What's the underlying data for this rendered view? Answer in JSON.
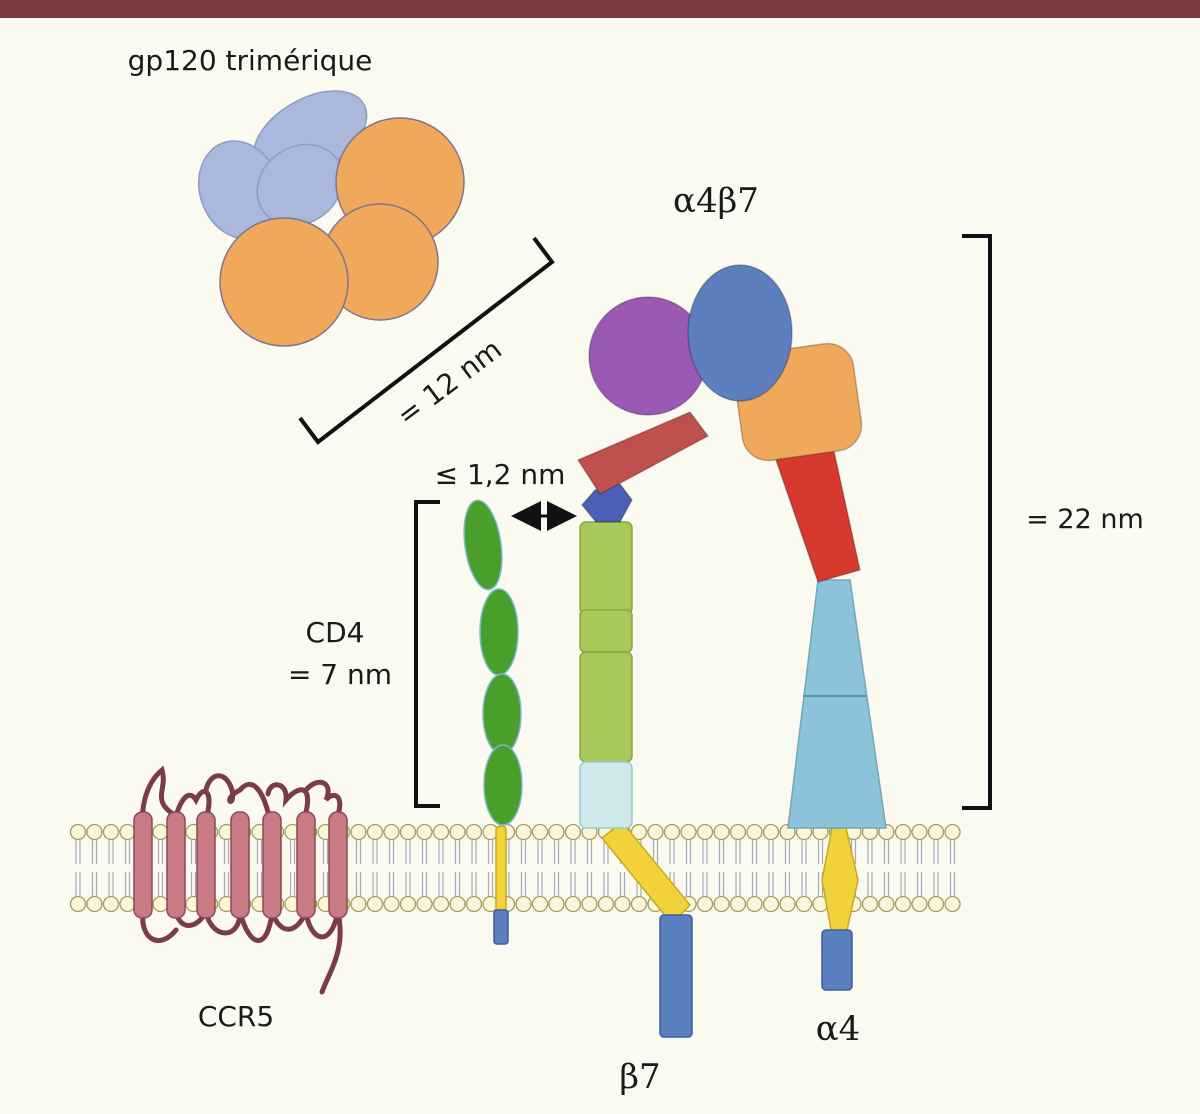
{
  "colors": {
    "top_bar": "#7a3b3f",
    "background": "#fbfaf1",
    "gp120_orange": "#f0a85a",
    "gp120_blue": "#a9b8dc",
    "alpha4_head": "#5d7fbe",
    "beta7_head": "#9b59b6",
    "beta7_hybrid": "#c0504d",
    "beta7_leg": "#a8c95a",
    "alpha4_thigh": "#f0a85a",
    "alpha4_calf": "#d63a2f",
    "alpha4_leg": "#8cc3d8",
    "cd4": "#4a9e2a",
    "ccr5": "#c97a85",
    "transmembrane": "#f2d23a",
    "cytoplasmic": "#5a7fc0"
  },
  "labels": {
    "gp120": "gp120 trimérique",
    "integrin": "α4β7",
    "gp120_width": "= 12 nm",
    "integrin_height": "= 22 nm",
    "gap": "≤ 1,2 nm",
    "cd4_name": "CD4",
    "cd4_length": "= 7 nm",
    "ccr5": "CCR5",
    "beta7": "β7",
    "alpha4": "α4"
  }
}
